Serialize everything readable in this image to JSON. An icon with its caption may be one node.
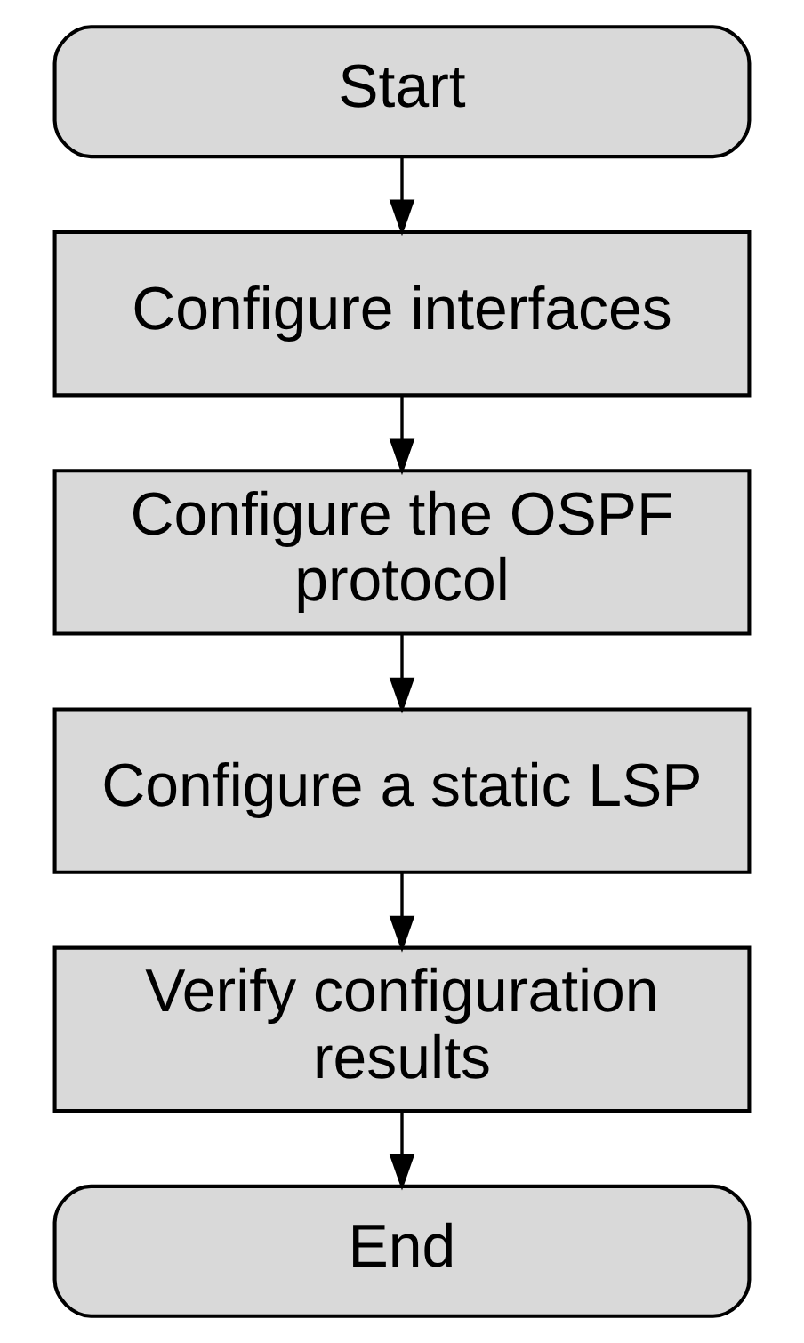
{
  "diagram": {
    "nodes": [
      {
        "text": [
          "Start"
        ]
      },
      {
        "text": [
          "Configure interfaces"
        ]
      },
      {
        "text": [
          "Configure the OSPF protocol"
        ]
      },
      {
        "text": [
          "Configure a static LSP"
        ]
      },
      {
        "text": [
          "Verify configuration results"
        ]
      },
      {
        "text": [
          "End"
        ]
      }
    ],
    "edges": [
      {
        "from": 0,
        "to": 1,
        "arrow": "to"
      },
      {
        "from": 1,
        "to": 2,
        "arrow": "to"
      },
      {
        "from": 2,
        "to": 3,
        "arrow": "to"
      },
      {
        "from": 3,
        "to": 4,
        "arrow": "to"
      },
      {
        "from": 4,
        "to": 5,
        "arrow": "to"
      }
    ]
  }
}
